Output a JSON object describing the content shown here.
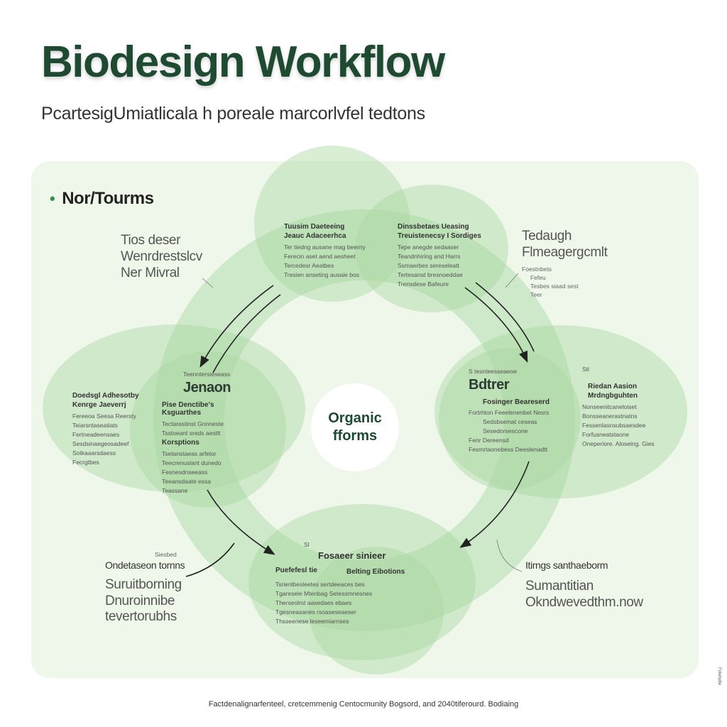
{
  "title": "Biodesign Workflow",
  "subtitle": "PcartesigUmiatlicala h poreale marcorlvfel tedtons",
  "legend_label": "Nor/Tourms",
  "center": {
    "line1": "Organic",
    "line2": "fforms"
  },
  "outer_top_left": [
    "Tios deser",
    "Wenrdrestslcv",
    "Ner Mivral"
  ],
  "outer_top_right": {
    "lines": [
      "Tedaugh",
      "Flmeagergcmlt"
    ],
    "small": [
      "Foestnbets",
      "Fefeu",
      "Tesbes siaad sest",
      "Teer"
    ]
  },
  "outer_bottom_left": {
    "small": "Siesbed",
    "heading": "Ondetaseon tornns",
    "lines": [
      "Suruitborning",
      "Dnuroinnibe",
      "tevertorubhs"
    ]
  },
  "outer_bottom_right": {
    "heading": "Itirngs santhaeborm",
    "lines": [
      "Sumantitian",
      "Okndwevedthm.now"
    ]
  },
  "nodes": {
    "top_left": {
      "heading1": "Tuusim Daeteeing",
      "heading2": "Jeauc Adaceerhca",
      "items": [
        "Ter tiedng ausane mag beerny",
        "Ferecin aset aend aesheet",
        "Tercedesr Aeatbes",
        "Tresien anseting ausaie bos"
      ]
    },
    "top_right": {
      "heading1": "Dinssbetaes Ueasing",
      "heading2": "Treuistenecsy I Sordiges",
      "items": [
        "Tepe anegde sedaaser",
        "Teandnhiring and Harrs",
        "Ssmaerbes sereseleatt",
        "Tertesanat bresnoeddae",
        "Trensdese Bafeure"
      ]
    },
    "left": {
      "pre": "Teenntersieseass",
      "big": "Jenaon",
      "sub": "Pise Denctibe's Ksguarthes",
      "items": [
        "Tectarastinst Gnnneste",
        "Tsstoeant sreds aestlt",
        "Korsptions",
        "Tsetanstaeas arfelor",
        "Teecrenuslant dunedo",
        "Fesnesdnseeass",
        "Teeansdaate essa",
        "Teassane"
      ]
    },
    "right": {
      "pre": "S tesnteesseaeoe",
      "big": "Bdtrer",
      "sub": "Fosinger Beareserd",
      "items": [
        "Fortrhton Feeelenenbet Nesrs",
        "Sedsbsemat ceseas",
        "Sesedorsescone",
        "Fenr Dereensd",
        "Fesmrtaonebess Deeslenadtt"
      ]
    },
    "far_left": {
      "heading1": "Doedsgl Adhesotby",
      "heading2": "Kenrge Jaeverrj",
      "items": [
        "Fereeoa Seesa Reersty",
        "Teiarsntaseatiats",
        "Fertneadeensaes",
        "Sesdsinaegeosadeef",
        "Sotkaaarsdaess",
        "Fecrgtbes"
      ]
    },
    "far_right": {
      "pre": "Stl",
      "heading1": "Riedan Aasion",
      "heading2": "Mrdngbguhten",
      "items": [
        "Nonseenitcaneloiset",
        "Bonsseanerastnatns",
        "Fessenlasnsubsaesdee",
        "Forfusneatstaone",
        "Oneperiore. Aloseing. Gies"
      ]
    },
    "bottom": {
      "pre1": "Sl",
      "big": "Fosaeer sinieer",
      "sub1": "Puefefesl tie",
      "sub2": "Belting Eibotions",
      "items": [
        "Tsrienlbesleetes sertdeeaces bes",
        "Tgaresele Mtenbag Setessmnesnes",
        "Therseolrst aasedaes ebaes",
        "Tgesneasanes rsoaseseaeser",
        "Thsseenese leseemiarnses"
      ]
    }
  },
  "footer": "Factdenalignarfenteel, cretcemmenig Centocmunity Bogsord, and 2040tiferourd. Bodiaing",
  "edge_mark": "Fotetsdte"
}
